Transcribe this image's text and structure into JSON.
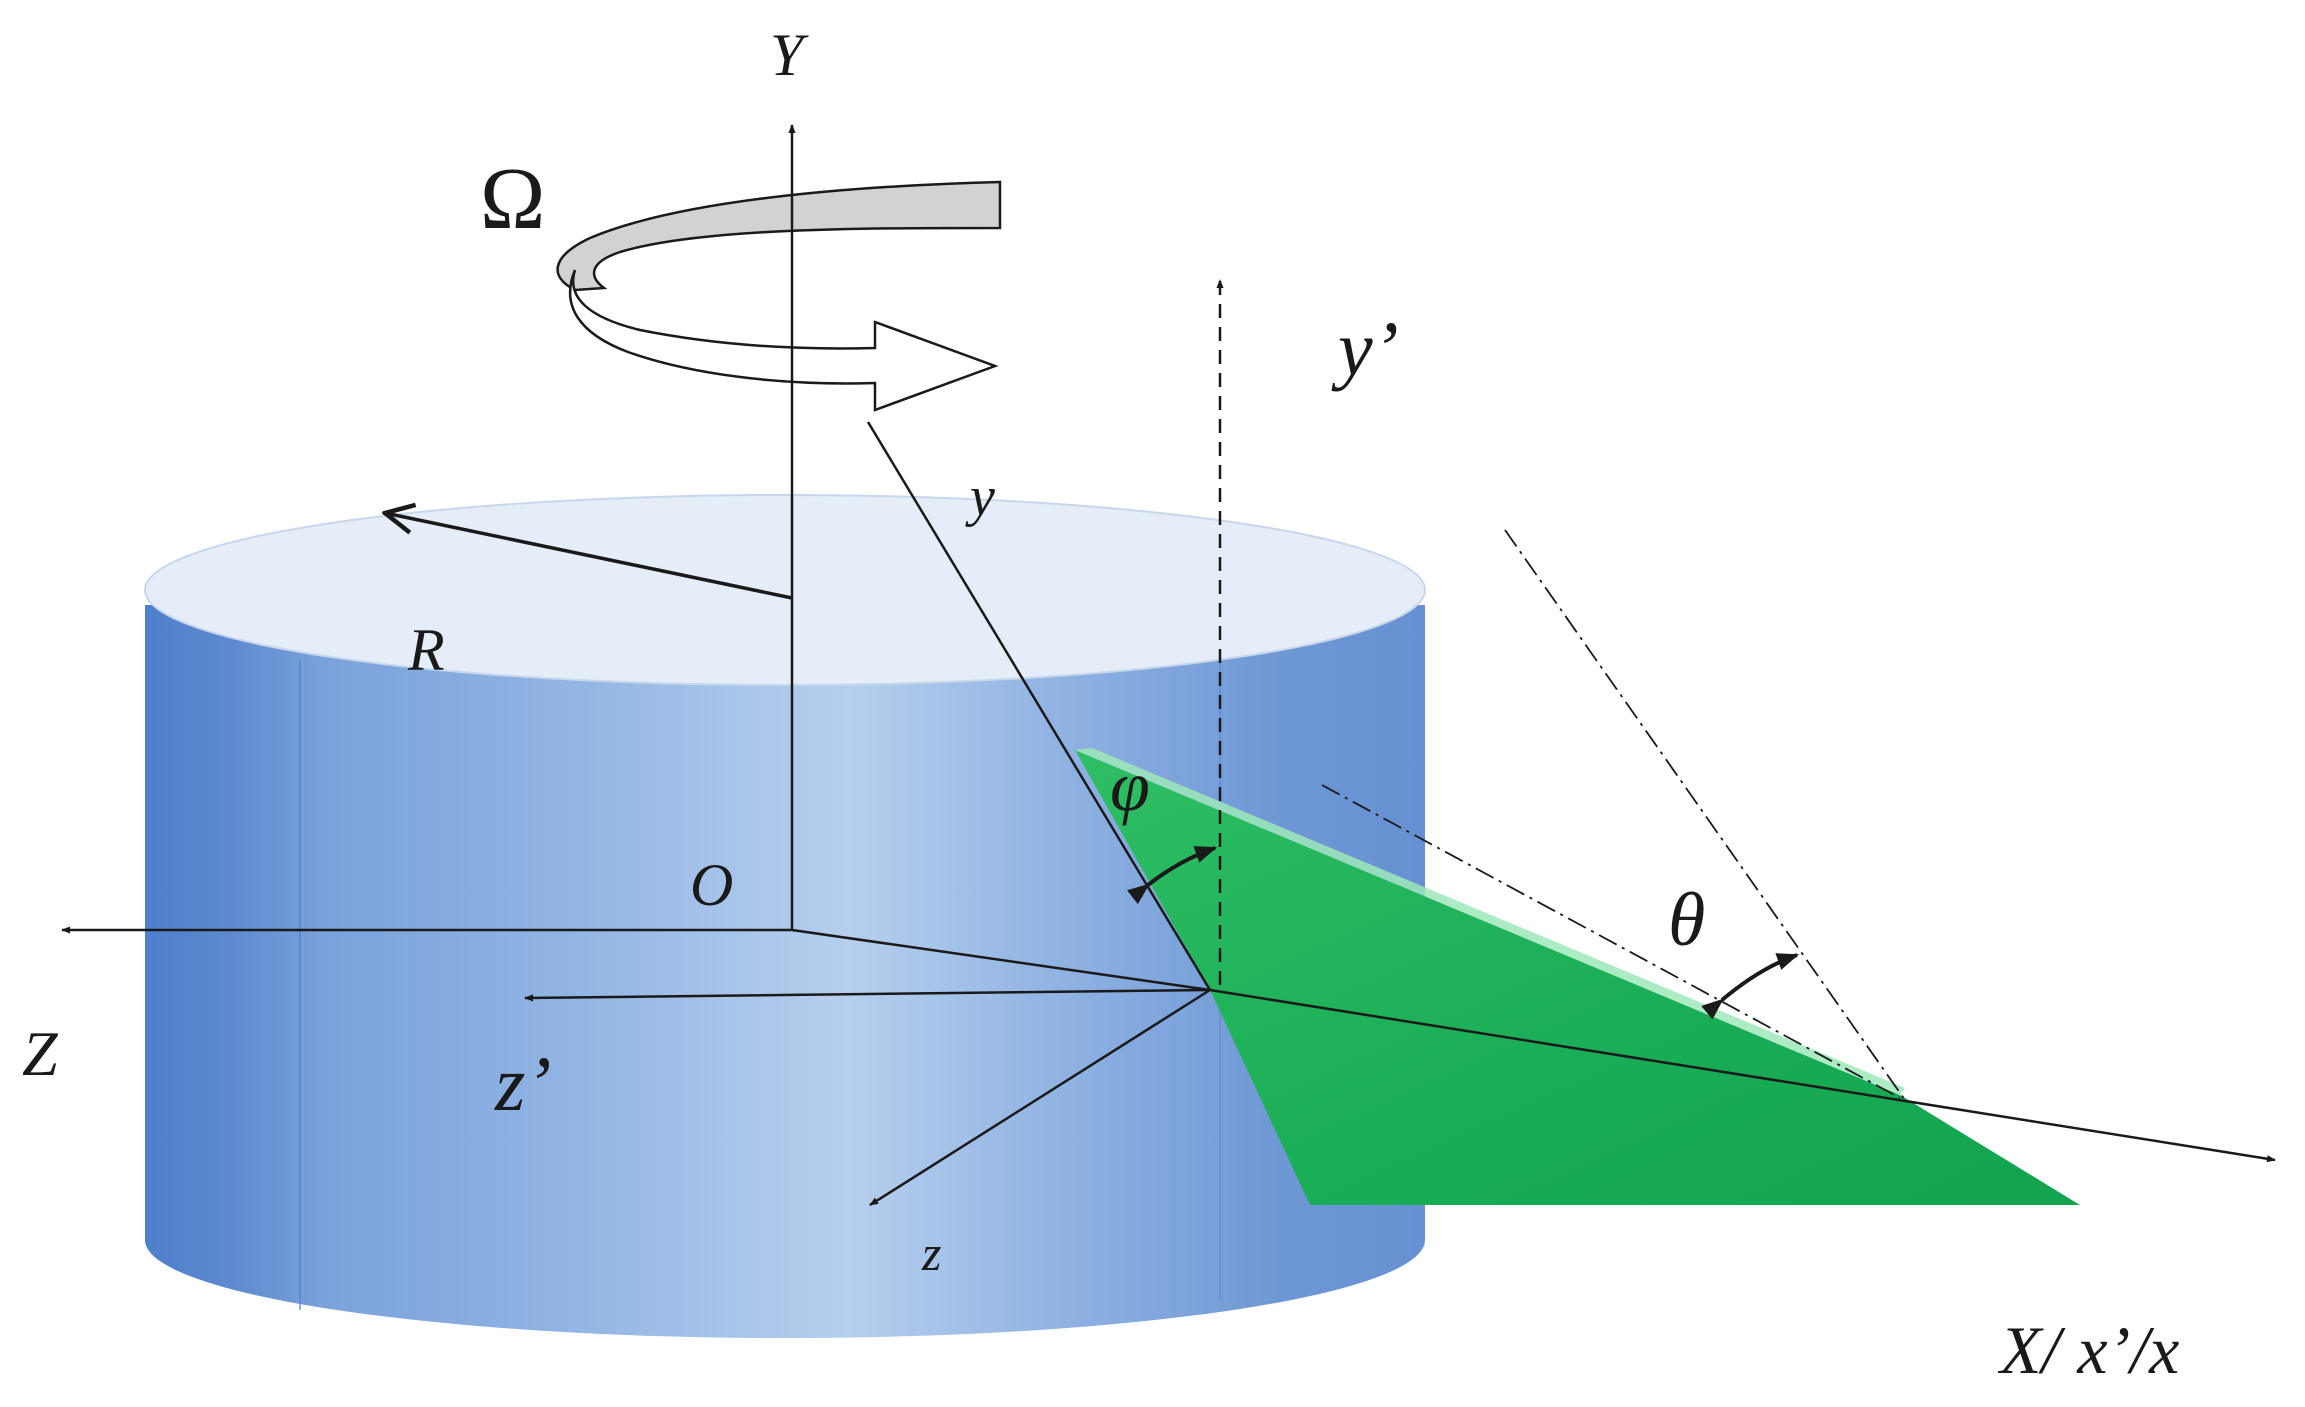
{
  "labels": {
    "Y": "Y",
    "omega": "Ω",
    "y_prime": "y’",
    "y": "y",
    "R": "R",
    "phi": "φ",
    "O": "O",
    "theta": "θ",
    "Z": "Z",
    "z_prime": "z’",
    "z": "z",
    "X_axis": "X/ x’/x"
  },
  "colors": {
    "cylinder_side": "#7fa8dc",
    "cylinder_top": "#e3ecf7",
    "blade": "#1fb25a",
    "axis": "#1a1a1a"
  }
}
